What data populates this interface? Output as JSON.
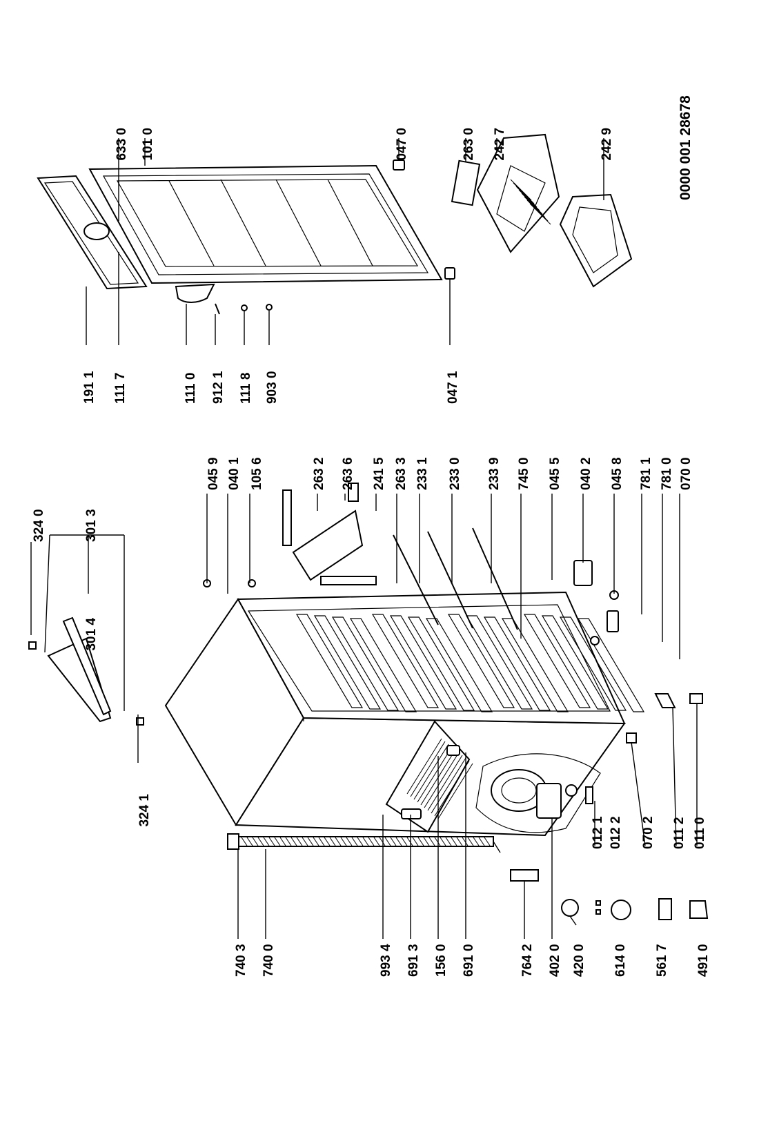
{
  "document_number": "0000 001 28678",
  "labels": {
    "l_3240": "324 0",
    "l_3013": "301 3",
    "l_3014": "301 4",
    "l_3241": "324 1",
    "l_0459": "045 9",
    "l_0401": "040 1",
    "l_1056": "105 6",
    "l_2632": "263 2",
    "l_2636": "263 6",
    "l_2415": "241 5",
    "l_2633": "263 3",
    "l_2331": "233 1",
    "l_2330": "233 0",
    "l_2339": "233 9",
    "l_7450": "745 0",
    "l_0455": "045 5",
    "l_0402": "040 2",
    "l_0458": "045 8",
    "l_7811": "781 1",
    "l_7810": "781 0",
    "l_0700": "070 0",
    "l_1911": "191 1",
    "l_1117": "111 7",
    "l_1110": "111 0",
    "l_9121": "912 1",
    "l_1118": "111 8",
    "l_9030": "903 0",
    "l_0471": "047 1",
    "l_6330": "633 0",
    "l_1010": "101 0",
    "l_0470": "047 0",
    "l_2630": "263 0",
    "l_2427": "242 7",
    "l_2429": "242 9",
    "l_7403": "740 3",
    "l_7400": "740 0",
    "l_9934": "993 4",
    "l_6913": "691 3",
    "l_1560": "156 0",
    "l_6910": "691 0",
    "l_7642": "764 2",
    "l_4020": "402 0",
    "l_4200": "420 0",
    "l_6140": "614 0",
    "l_5617": "561 7",
    "l_4910": "491 0",
    "l_0121": "012 1",
    "l_0122": "012 2",
    "l_0702": "070 2",
    "l_0112": "011 2",
    "l_0110": "011 0"
  }
}
